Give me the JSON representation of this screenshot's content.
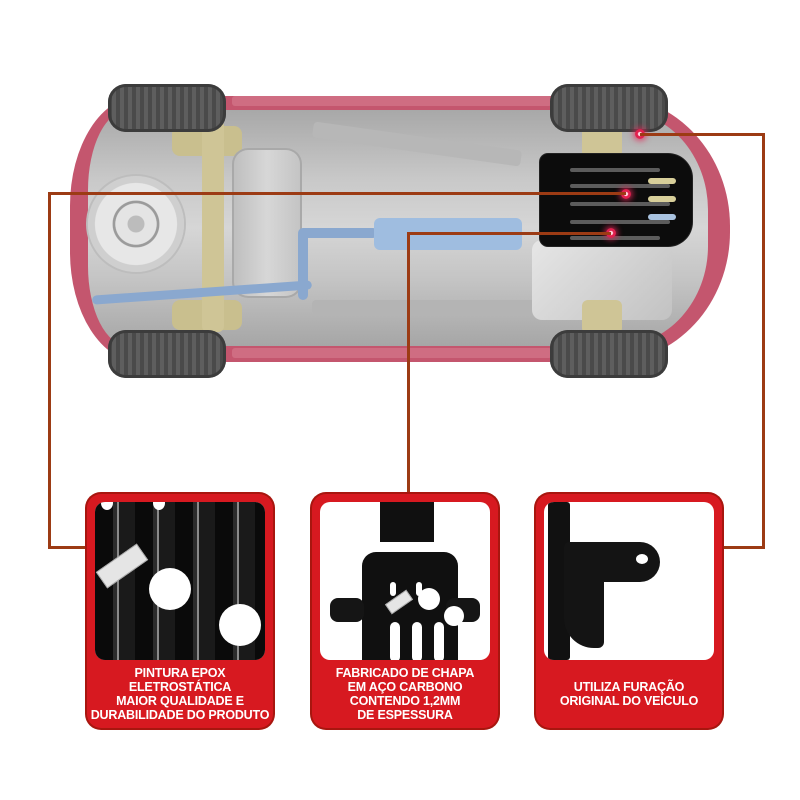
{
  "image": {
    "subject": "car-underbody-with-engine-skid-plate",
    "colors": {
      "card_red": "#d71920",
      "card_border": "#a8160f",
      "connector_line": "#9c3b14",
      "hotspot": "#e2204e",
      "car_body": "#c4566e",
      "skid_plate": "#0c0c0c",
      "exhaust": "#8aa8cf",
      "card_text": "#ffffff"
    }
  },
  "diagram": {
    "hotspots": [
      {
        "id": "hotspot-mount-bracket",
        "target_card": 3
      },
      {
        "id": "hotspot-plate-surface",
        "target_card": 1
      },
      {
        "id": "hotspot-plate-material",
        "target_card": 2
      }
    ]
  },
  "features": [
    {
      "id": "epox-paint",
      "lines": [
        "PINTURA EPOX",
        "ELETROSTÁTICA",
        "MAIOR QUALIDADE E",
        "DURABILIDADE DO PRODUTO"
      ],
      "photo": "skid-plate-surface-closeup"
    },
    {
      "id": "carbon-steel",
      "lines": [
        "FABRICADO DE CHAPA",
        "EM AÇO CARBONO",
        "CONTENDO 1,2MM",
        "DE ESPESSURA"
      ],
      "photo": "skid-plate-full-view"
    },
    {
      "id": "original-holes",
      "lines": [
        "UTILIZA FURAÇÃO",
        "ORIGINAL DO VEÍCULO"
      ],
      "photo": "mounting-bracket-closeup"
    }
  ]
}
